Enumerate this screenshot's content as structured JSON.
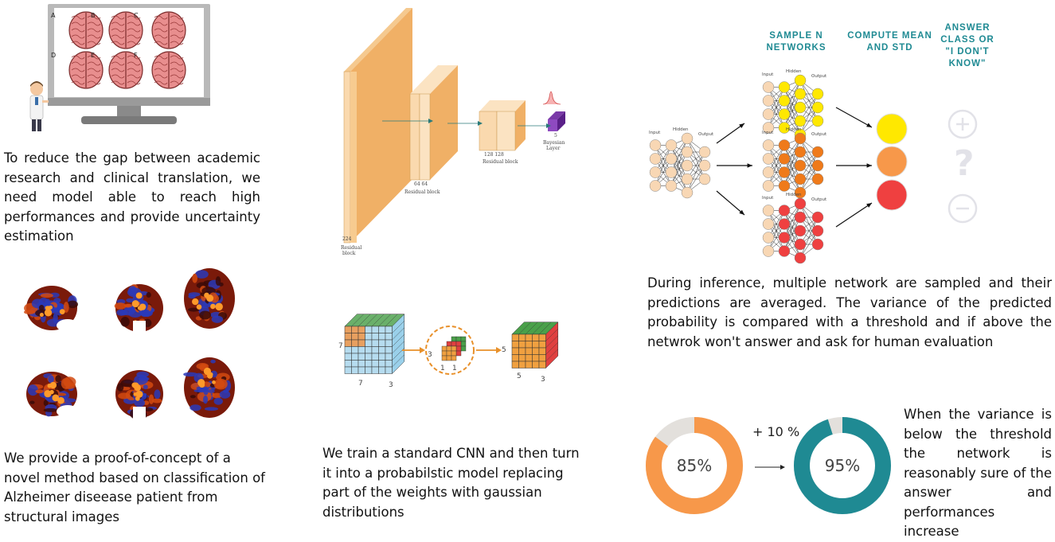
{
  "colors": {
    "teal": "#1f8a93",
    "orange": "#f7984a",
    "grey": "#e3e0dc",
    "yellow": "#ffe800",
    "darkorange": "#ef7a1a",
    "red": "#ef4040",
    "brain": "#e88e8e"
  },
  "panel1": {
    "screen_labels": [
      "A",
      "B",
      "C",
      "D",
      "E",
      "F"
    ],
    "text": "To reduce the gap between academic research and clinical translation, we need model able to reach high performances and provide uncertainty estimation"
  },
  "panel2": {
    "text": "We provide a proof-of-concept of a novel method based on classification of Alzheimer diseease patient from structural images"
  },
  "panel3": {
    "layer_labels": {
      "block1_dims": "224",
      "block1_name_a": "Residual",
      "block1_name_b": "block",
      "block2_dims": "64  64",
      "block2_name": "Residual block",
      "block3_dims": "128  128",
      "block3_name": "Residual block",
      "bayes_dim": "5",
      "bayes_name_a": "Bayesian",
      "bayes_name_b": "Layer"
    },
    "cube_labels": {
      "side": "7",
      "bottom": "7",
      "depth": "3",
      "mid_side": "3",
      "mid_a": "1",
      "mid_b": "1",
      "right_side": "5",
      "right_bottom": "5",
      "right_depth": "3"
    },
    "text": "We train a standard CNN and then turn it into a probabilstic model replacing part of the weights with gaussian distributions"
  },
  "panel4": {
    "headers": {
      "sample": "SAMPLE N NETWORKS",
      "compute": "COMPUTE MEAN AND STD",
      "answer": "ANSWER CLASS OR \"I DON'T KNOW\""
    },
    "net_labels": {
      "input": "Input",
      "hidden": "Hidden",
      "output": "Output"
    },
    "text": "During inference, multiple network are sampled and their predictions are averaged. The variance of the predicted probability is compared with a threshold and if above the netwrok won't answer and ask for human evaluation"
  },
  "panel5": {
    "donut_left_value": 85,
    "donut_left_label": "85%",
    "increase_label": "+ 10 %",
    "donut_right_value": 95,
    "donut_right_label": "95%",
    "text": "When the variance is below the threshold the network is reasonably sure of the answer and performances increase"
  }
}
